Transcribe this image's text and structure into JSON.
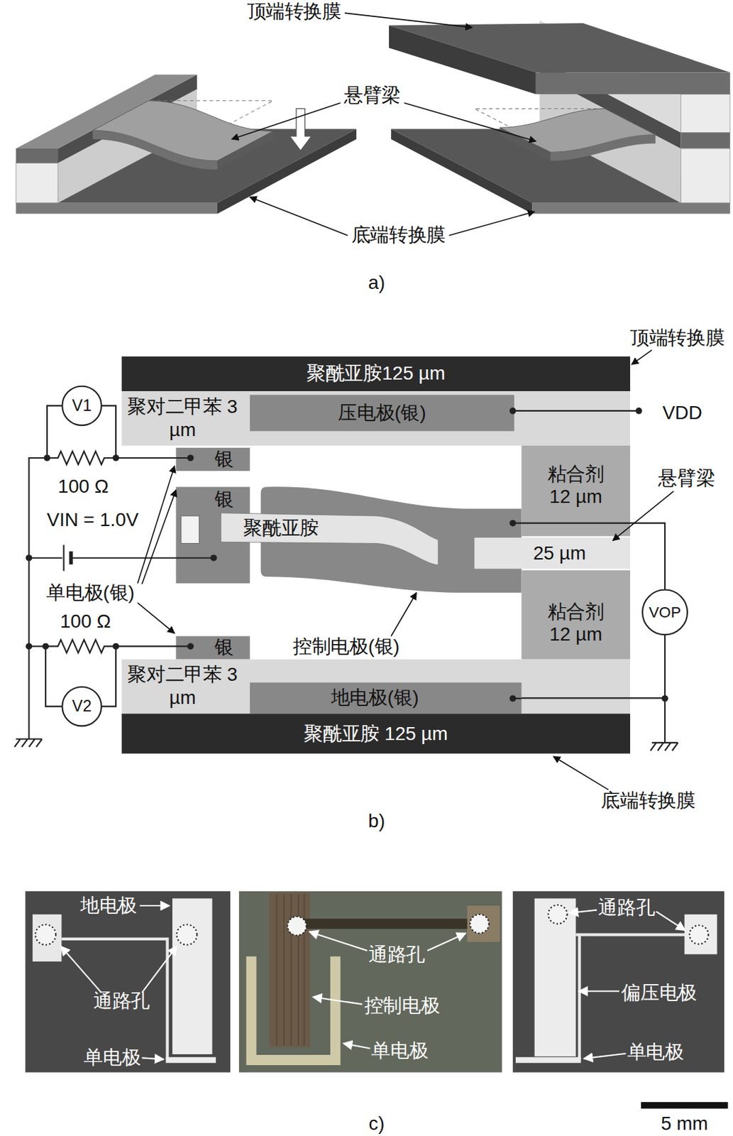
{
  "diagram": {
    "nodes": [
      {
        "text": [
          "聚酰亚胺125 µm"
        ]
      },
      {
        "text": [
          "V1"
        ]
      },
      {
        "text": [
          "聚对二甲苯 3 µm"
        ]
      },
      {
        "text": [
          "压电极(银)"
        ],
        "in": 2
      },
      {
        "text": [
          "银"
        ]
      },
      {
        "text": [
          "粘合剂 12 µm"
        ]
      },
      {
        "text": [
          "银"
        ]
      },
      {
        "text": [
          "聚酰亚胺"
        ]
      },
      {
        "text": [
          "25 µm"
        ]
      },
      {
        "text": [
          "粘合剂 12 µm"
        ]
      },
      {
        "text": [
          "VOP"
        ]
      },
      {
        "text": [
          "银"
        ]
      },
      {
        "text": [
          "聚对二甲苯 3 µm"
        ]
      },
      {
        "text": [
          "地电极(银)"
        ],
        "in": 12
      },
      {
        "text": [
          "V2"
        ]
      },
      {
        "text": [
          "聚酰亚胺 125 µm"
        ]
      }
    ],
    "edges": [
      {
        "from": 10,
        "to": 13,
        "arrow": "none"
      }
    ],
    "labels": [
      "顶端转换膜",
      "悬臂梁",
      "底端转换膜",
      "a)",
      "顶端转换膜",
      "VDD",
      "100 Ω",
      "VIN = 1.0V",
      "悬臂梁",
      "单电极(银)",
      "100 Ω",
      "控制电极(银)",
      "底端转换膜",
      "b)",
      "地电极",
      "通路孔",
      "单电极",
      "通路孔",
      "控制电极",
      "单电极",
      "通路孔",
      "偏压电极",
      "单电极",
      "5 mm",
      "c)"
    ]
  }
}
